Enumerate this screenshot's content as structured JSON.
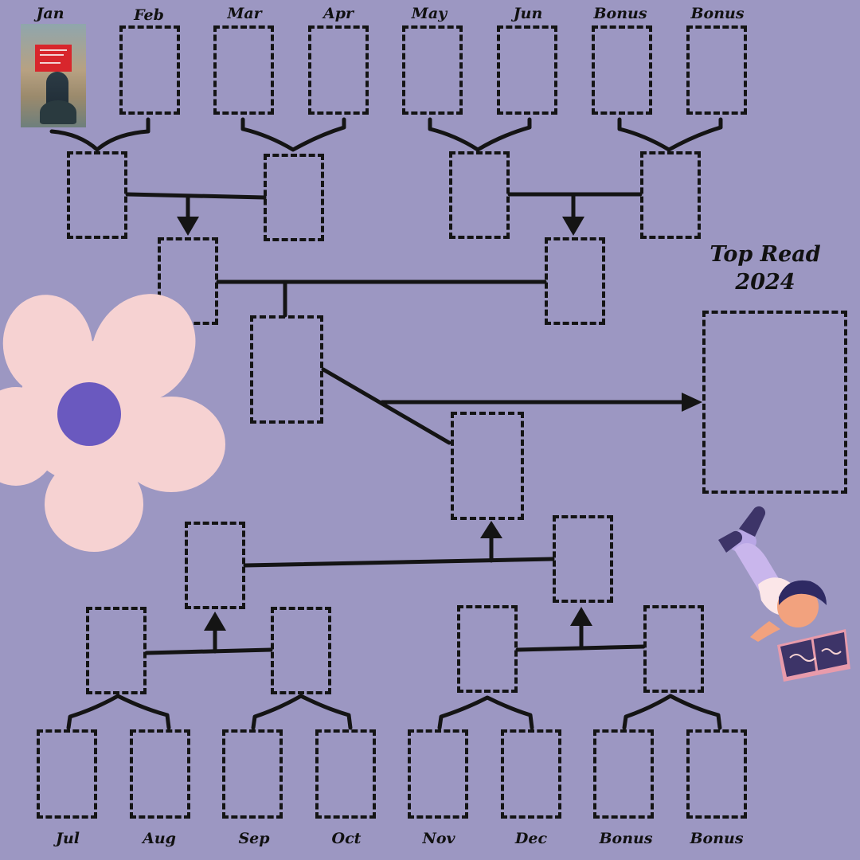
{
  "title": {
    "line1": "Top Read",
    "line2": "2024"
  },
  "top_labels": [
    "Jan",
    "Feb",
    "Mar",
    "Apr",
    "May",
    "Jun",
    "Bonus",
    "Bonus"
  ],
  "bottom_labels": [
    "Jul",
    "Aug",
    "Sep",
    "Oct",
    "Nov",
    "Dec",
    "Bonus",
    "Bonus"
  ],
  "colors": {
    "background": "#9c97c2",
    "lines": "#141414",
    "flower_petal": "#f6d2d2",
    "flower_center": "#6a59bf"
  },
  "images": {
    "jan_cover": "book-cover-image",
    "flower": "flower-illustration",
    "reader": "reading-child-illustration"
  }
}
